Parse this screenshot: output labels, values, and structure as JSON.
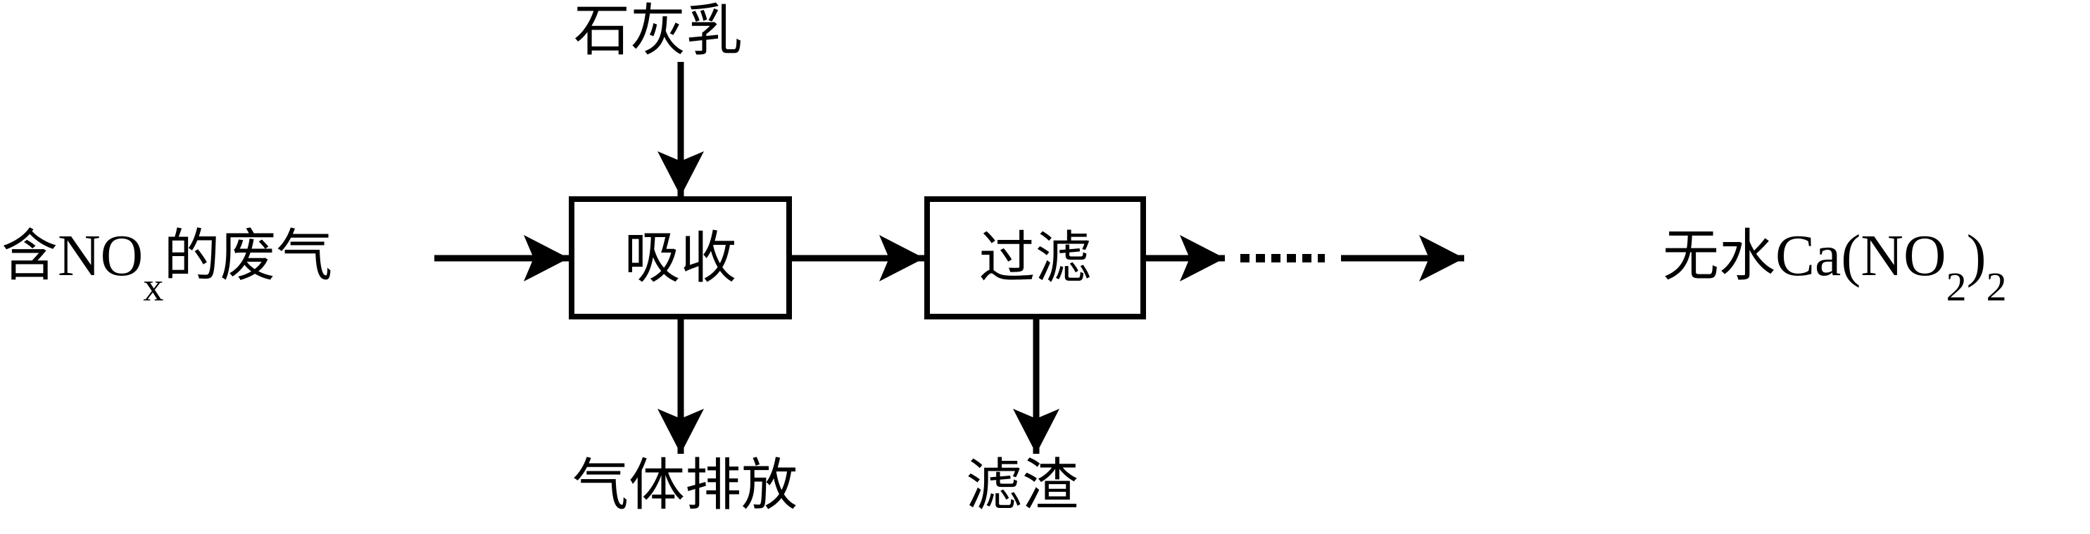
{
  "diagram": {
    "type": "process-flowchart",
    "input": {
      "prefix": "含",
      "formula_main": "NO",
      "formula_sub": "x",
      "suffix": "的废气"
    },
    "reagent_top": "石灰乳",
    "steps": [
      {
        "id": "absorb",
        "label": "吸收",
        "byproduct": "气体排放"
      },
      {
        "id": "filter",
        "label": "过滤",
        "byproduct": "滤渣"
      }
    ],
    "ellipsis": "……",
    "output": {
      "prefix": "无水",
      "formula_a": "Ca(NO",
      "formula_sub1": "2",
      "formula_b": ")",
      "formula_sub2": "2"
    },
    "colors": {
      "stroke": "#000000",
      "background": "#ffffff"
    }
  }
}
